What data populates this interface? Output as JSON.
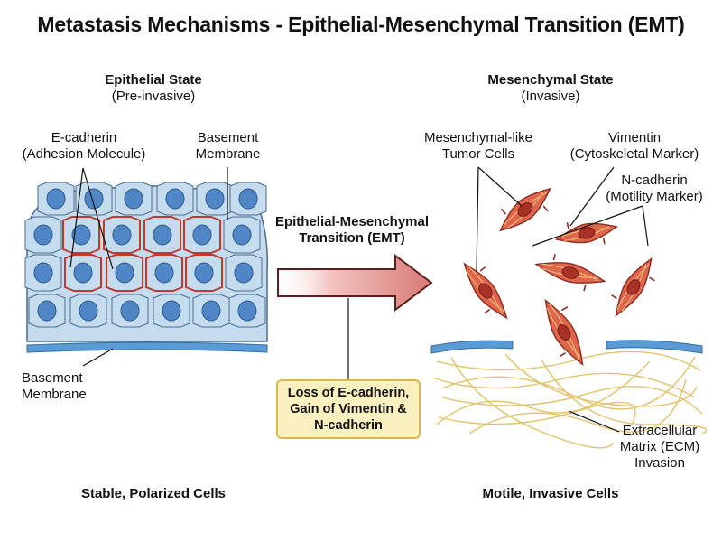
{
  "title": "Metastasis Mechanisms - Epithelial-Mesenchymal Transition (EMT)",
  "left": {
    "heading": "Epithelial State",
    "subheading": "(Pre-invasive)",
    "ecadherin_label": [
      "E-cadherin",
      "(Adhesion Molecule)"
    ],
    "basement_top_label": [
      "Basement",
      "Membrane"
    ],
    "basement_bottom_label": [
      "Basement",
      "Membrane"
    ],
    "footer": "Stable, Polarized Cells"
  },
  "middle": {
    "arrow_label": [
      "Epithelial-Mesenchymal",
      "Transition (EMT)"
    ],
    "callout": [
      "Loss of E-cadherin,",
      "Gain of Vimentin &",
      "N-cadherin"
    ]
  },
  "right": {
    "heading": "Mesenchymal State",
    "subheading": "(Invasive)",
    "mesenchymal_label": [
      "Mesenchymal-like",
      "Tumor Cells"
    ],
    "vimentin_label": [
      "Vimentin",
      "(Cytoskeletal Marker)"
    ],
    "ncadherin_label": [
      "N-cadherin",
      "(Motility Marker)"
    ],
    "ecm_label": [
      "Extracellular",
      "Matrix (ECM)",
      "Invasion"
    ],
    "footer": "Motile, Invasive Cells"
  },
  "colors": {
    "epithelial_fill": "#c5dcef",
    "epithelial_nucleus": "#4f86c6",
    "junction": "#c0392b",
    "membrane": "#5b9bd5",
    "mesenchymal_fill": "#e0654d",
    "mesenchymal_nucleus": "#a93226",
    "ecm_fiber": "#e2c26a",
    "arrow_fill": "#d97b76",
    "callout_fill": "#fbf0c0"
  }
}
